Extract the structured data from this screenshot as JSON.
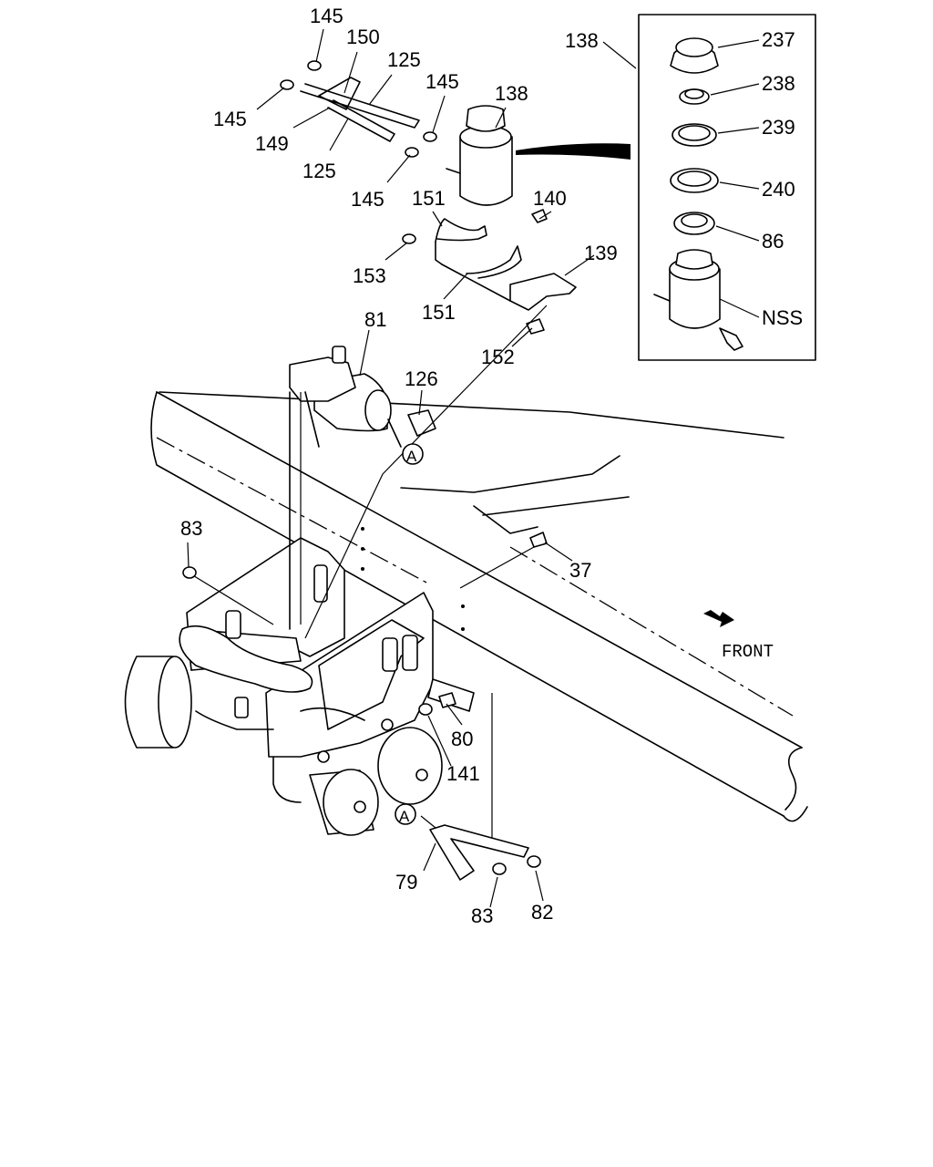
{
  "callouts": [
    {
      "text": "145"
    },
    {
      "text": "150"
    },
    {
      "text": "125"
    },
    {
      "text": "145"
    },
    {
      "text": "138"
    },
    {
      "text": "145"
    },
    {
      "text": "149"
    },
    {
      "text": "125"
    },
    {
      "text": "145"
    },
    {
      "text": "151"
    },
    {
      "text": "140"
    },
    {
      "text": "153"
    },
    {
      "text": "139"
    },
    {
      "text": "151"
    },
    {
      "text": "152"
    },
    {
      "text": "81"
    },
    {
      "text": "126"
    },
    {
      "text": "83"
    },
    {
      "text": "37"
    },
    {
      "text": "80"
    },
    {
      "text": "141"
    },
    {
      "text": "79"
    },
    {
      "text": "83"
    },
    {
      "text": "82"
    }
  ],
  "inset": {
    "ref": "138",
    "callouts": [
      {
        "text": "237"
      },
      {
        "text": "238"
      },
      {
        "text": "239"
      },
      {
        "text": "240"
      },
      {
        "text": "86"
      },
      {
        "text": "NSS"
      }
    ]
  },
  "connectors": [
    {
      "text": "A"
    },
    {
      "text": "A"
    }
  ],
  "direction": {
    "label": "FRONT",
    "icon": "front-arrow-icon"
  }
}
